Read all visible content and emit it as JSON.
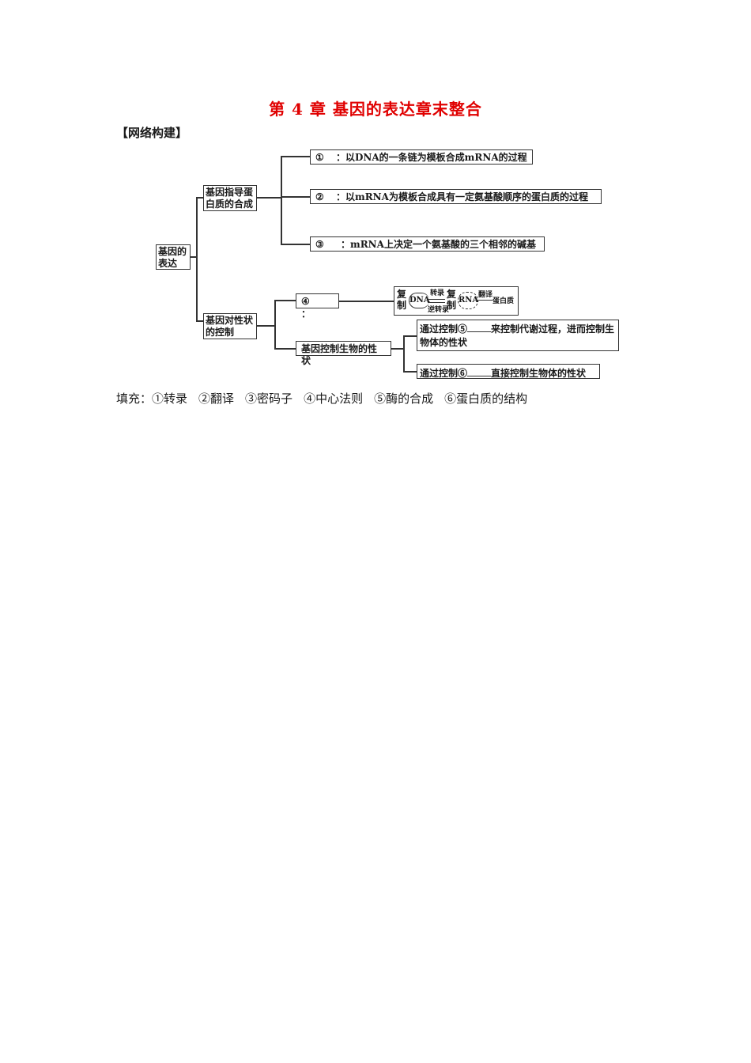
{
  "title": "第 4 章  基因的表达章末整合",
  "section": "【网络构建】",
  "root": "基因的表达",
  "branch1": "基因指导蛋白质的合成",
  "branch1_items": [
    {
      "num": "①",
      "text": "：以DNA的一条链为模板合成mRNA的过程"
    },
    {
      "num": "②",
      "text": "：以mRNA为模板合成具有一定氨基酸顺序的蛋白质的过程"
    },
    {
      "num": "③",
      "text": "：mRNA上决定一个氨基酸的三个相邻的碱基"
    }
  ],
  "branch2": "基因对性状的控制",
  "item4": {
    "num": "④",
    "text": "："
  },
  "dogma": {
    "copy": "复制",
    "dna": "DNA",
    "transcribe": "转录",
    "reverse": "逆转录",
    "rna": "RNA",
    "translate": "翻译",
    "protein": "蛋白质"
  },
  "sub": "基因控制生物的性状",
  "sub_items": [
    {
      "pre": "通过控制⑤",
      "post": "来控制代谢过程，进而控制生物体的性状"
    },
    {
      "pre": "通过控制⑥",
      "post": "直接控制生物体的性状"
    }
  ],
  "fill_label": "填充：",
  "answers": [
    "①转录",
    "②翻译",
    "③密码子",
    "④中心法则",
    "⑤酶的合成",
    "⑥蛋白质的结构"
  ]
}
